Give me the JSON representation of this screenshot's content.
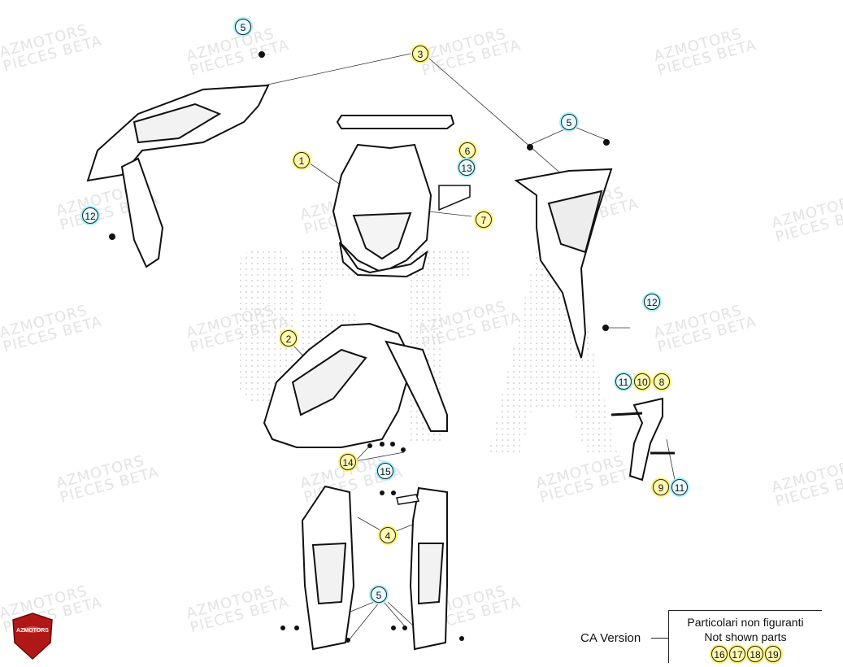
{
  "watermark": {
    "line1": "AZMOTORS",
    "line2": "PIECES BETA"
  },
  "callouts": [
    {
      "id": "c5a",
      "label": "5",
      "variant": "cyan"
    },
    {
      "id": "c3",
      "label": "3",
      "variant": "yel"
    },
    {
      "id": "c5b",
      "label": "5",
      "variant": "cyan"
    },
    {
      "id": "c1",
      "label": "1",
      "variant": "yel"
    },
    {
      "id": "c6",
      "label": "6",
      "variant": "yel"
    },
    {
      "id": "c13",
      "label": "13",
      "variant": "cyan"
    },
    {
      "id": "c7",
      "label": "7",
      "variant": "yel"
    },
    {
      "id": "c12a",
      "label": "12",
      "variant": "cyan"
    },
    {
      "id": "c12b",
      "label": "12",
      "variant": "cyan"
    },
    {
      "id": "c2",
      "label": "2",
      "variant": "yel"
    },
    {
      "id": "c11a",
      "label": "11",
      "variant": "cyan"
    },
    {
      "id": "c10",
      "label": "10",
      "variant": "yel"
    },
    {
      "id": "c8",
      "label": "8",
      "variant": "yel"
    },
    {
      "id": "c9",
      "label": "9",
      "variant": "yel"
    },
    {
      "id": "c11b",
      "label": "11",
      "variant": "cyan"
    },
    {
      "id": "c14",
      "label": "14",
      "variant": "yel"
    },
    {
      "id": "c15",
      "label": "15",
      "variant": "cyan"
    },
    {
      "id": "c4",
      "label": "4",
      "variant": "yel"
    },
    {
      "id": "c5c",
      "label": "5",
      "variant": "cyan"
    }
  ],
  "legend": {
    "line1": "Particolari non figuranti",
    "line2": "Not shown parts",
    "parts": [
      "16",
      "17",
      "18",
      "19"
    ]
  },
  "ca_version": "CA Version",
  "logo_text": "AZMOTORS"
}
